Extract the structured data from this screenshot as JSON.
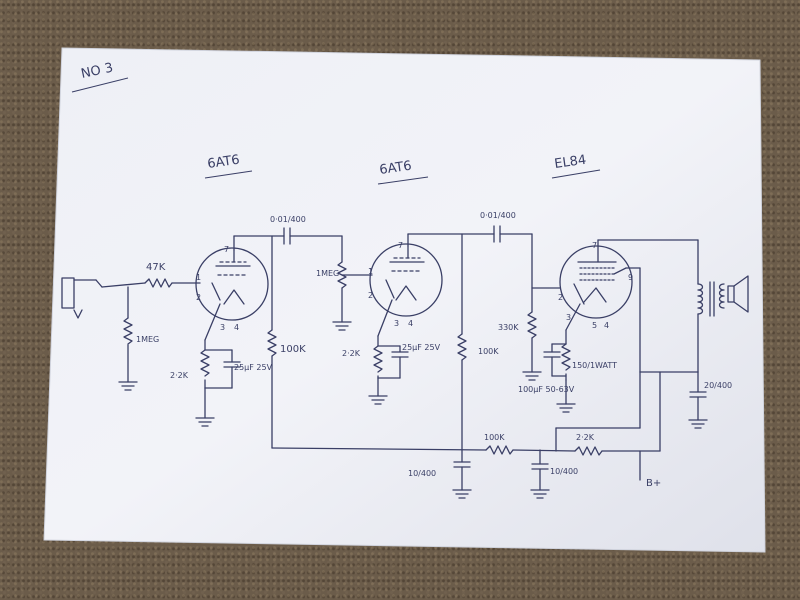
{
  "sheet_label": "NO 3",
  "tubes": {
    "v1": "6AT6",
    "v2": "6AT6",
    "v3": "EL84"
  },
  "labels": {
    "r_grid_series": "47K",
    "r_grid_leak": "1MEG",
    "r_cathode_v1": "2·2K",
    "c_cathode_v1": "25µF 25V",
    "r_plate_v1": "100K",
    "c_couple_1": "0·01/400",
    "r_grid_v2": "1MEG",
    "r_cathode_v2": "2·2K",
    "c_cathode_v2": "25µF 25V",
    "r_plate_v2": "100K",
    "c_couple_2": "0·01/400",
    "r_grid_v3": "330K",
    "r_cathode_v3": "150/1WATT",
    "c_cathode_v3": "100µF 50-63V",
    "c_filter_1": "10/400",
    "r_dropper_1": "100K",
    "c_filter_2": "10/400",
    "r_dropper_2": "2·2K",
    "c_filter_3": "20/400",
    "b_plus": "B+"
  },
  "pins": {
    "v1": [
      "7",
      "1",
      "2",
      "3",
      "4"
    ],
    "v2": [
      "7",
      "1",
      "2",
      "3",
      "4"
    ],
    "v3": [
      "7",
      "9",
      "2",
      "3",
      "5",
      "4"
    ]
  }
}
